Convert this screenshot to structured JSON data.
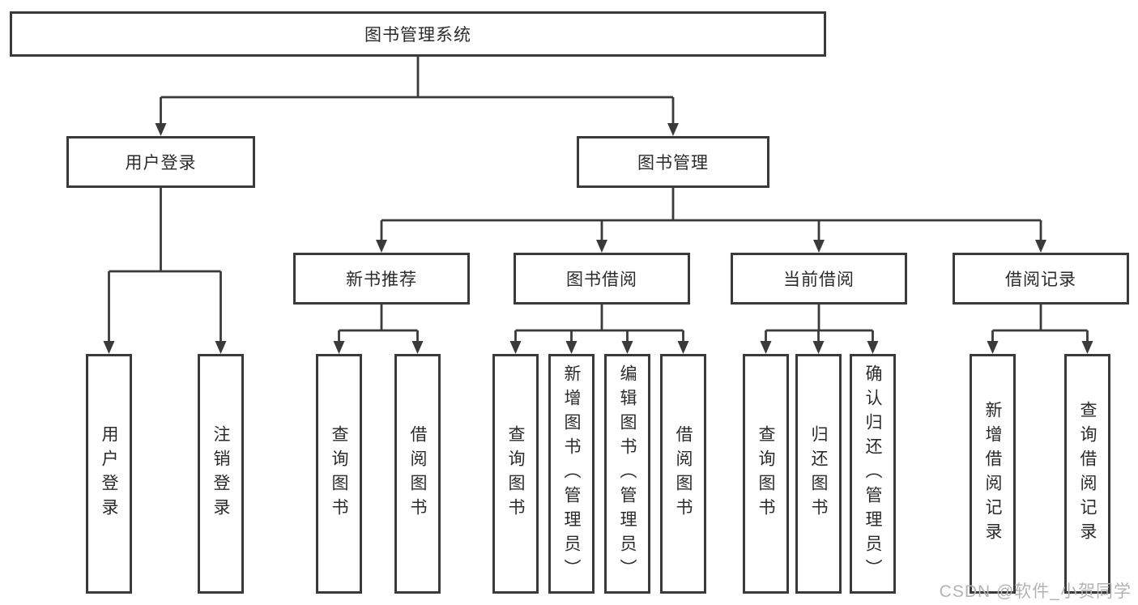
{
  "diagram_title": "图书管理系统",
  "tree": {
    "label": "图书管理系统",
    "children": [
      {
        "label": "用户登录",
        "children": [
          {
            "label": "用户登录"
          },
          {
            "label": "注销登录"
          }
        ]
      },
      {
        "label": "图书管理",
        "children": [
          {
            "label": "新书推荐",
            "children": [
              {
                "label": "查询图书"
              },
              {
                "label": "借阅图书"
              }
            ]
          },
          {
            "label": "图书借阅",
            "children": [
              {
                "label": "查询图书"
              },
              {
                "label": "新增图书（管理员）"
              },
              {
                "label": "编辑图书（管理员）"
              },
              {
                "label": "借阅图书"
              }
            ]
          },
          {
            "label": "当前借阅",
            "children": [
              {
                "label": "查询图书"
              },
              {
                "label": "归还图书"
              },
              {
                "label": "确认归还（管理员）"
              }
            ]
          },
          {
            "label": "借阅记录",
            "children": [
              {
                "label": "新增借阅记录"
              },
              {
                "label": "查询借阅记录"
              }
            ]
          }
        ]
      }
    ]
  },
  "watermark": "CSDN @软件_小贺同学",
  "colors": {
    "line": "#3a3a3a",
    "text": "#2b2b2b",
    "watermark": "#b3b3b3",
    "background": "#ffffff"
  }
}
